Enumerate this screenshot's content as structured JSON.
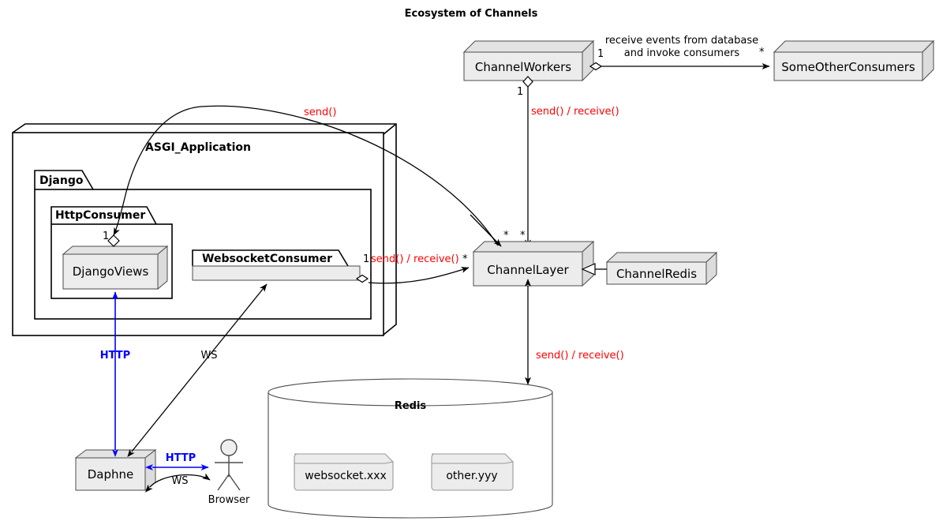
{
  "title": "Ecosystem of Channels",
  "nodes": {
    "channel_workers": "ChannelWorkers",
    "some_other_consumers": "SomeOtherConsumers",
    "channel_layer": "ChannelLayer",
    "channel_redis": "ChannelRedis",
    "django_views": "DjangoViews",
    "daphne": "Daphne"
  },
  "packages": {
    "asgi_application": "ASGI_Application",
    "django": "Django",
    "http_consumer": "HttpConsumer",
    "websocket_consumer": "WebsocketConsumer"
  },
  "database": {
    "name": "Redis",
    "files": [
      {
        "name": "websocket.xxx"
      },
      {
        "name": "other.yyy"
      }
    ]
  },
  "actor": {
    "browser": "Browser"
  },
  "edges": {
    "workers_to_consumers_line1": "receive events from database",
    "workers_to_consumers_line2": "and invoke consumers",
    "workers_to_layer": "send() / receive()",
    "layer_to_redis": "send() / receive()",
    "wsc_to_layer": "send() / receive()",
    "layer_to_http": "send()",
    "views_daphne": "HTTP",
    "daphne_browser_http": "HTTP",
    "daphne_browser_ws": "WS",
    "daphne_wsc": "WS"
  },
  "multiplicities": {
    "workers_one_right": "1",
    "consumers_star": "*",
    "workers_one_down": "1",
    "layer_star_from_workers": "*",
    "layer_star_from_wsc": "*",
    "wsc_one": "1",
    "http_consumer_one": "1",
    "wsc_star": "*"
  },
  "colors": {
    "accent_red": "#FF0000",
    "accent_blue": "#0000FF",
    "node_fill": "#ECECEC",
    "node_stroke": "#4D4D4D",
    "line": "#000000"
  }
}
